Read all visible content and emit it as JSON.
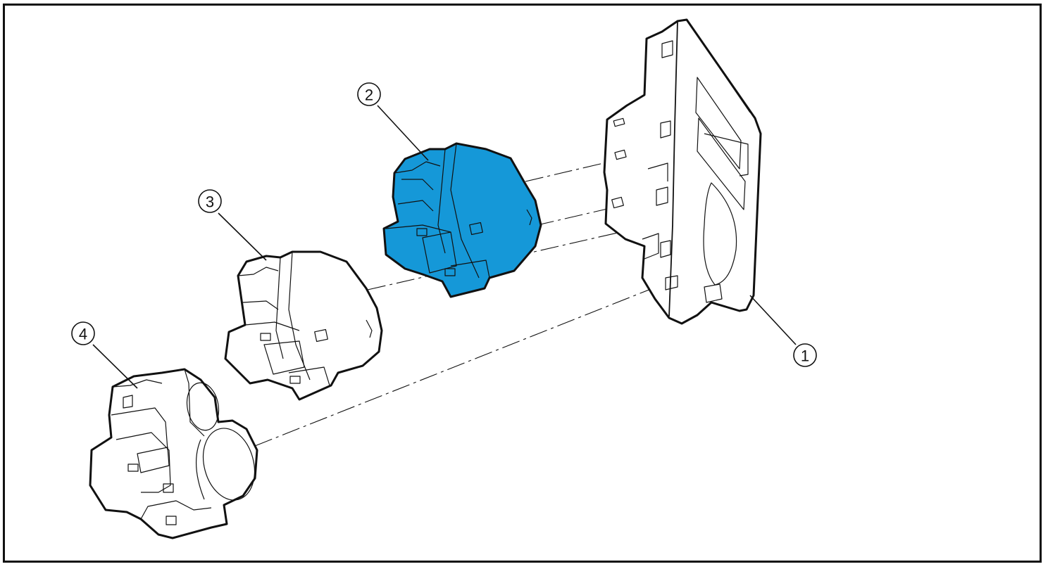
{
  "callouts": [
    {
      "id": "1",
      "label": "1"
    },
    {
      "id": "2",
      "label": "2"
    },
    {
      "id": "3",
      "label": "3"
    },
    {
      "id": "4",
      "label": "4"
    }
  ],
  "colors": {
    "highlight": "#1598d8",
    "line": "#111111",
    "background": "#ffffff"
  }
}
